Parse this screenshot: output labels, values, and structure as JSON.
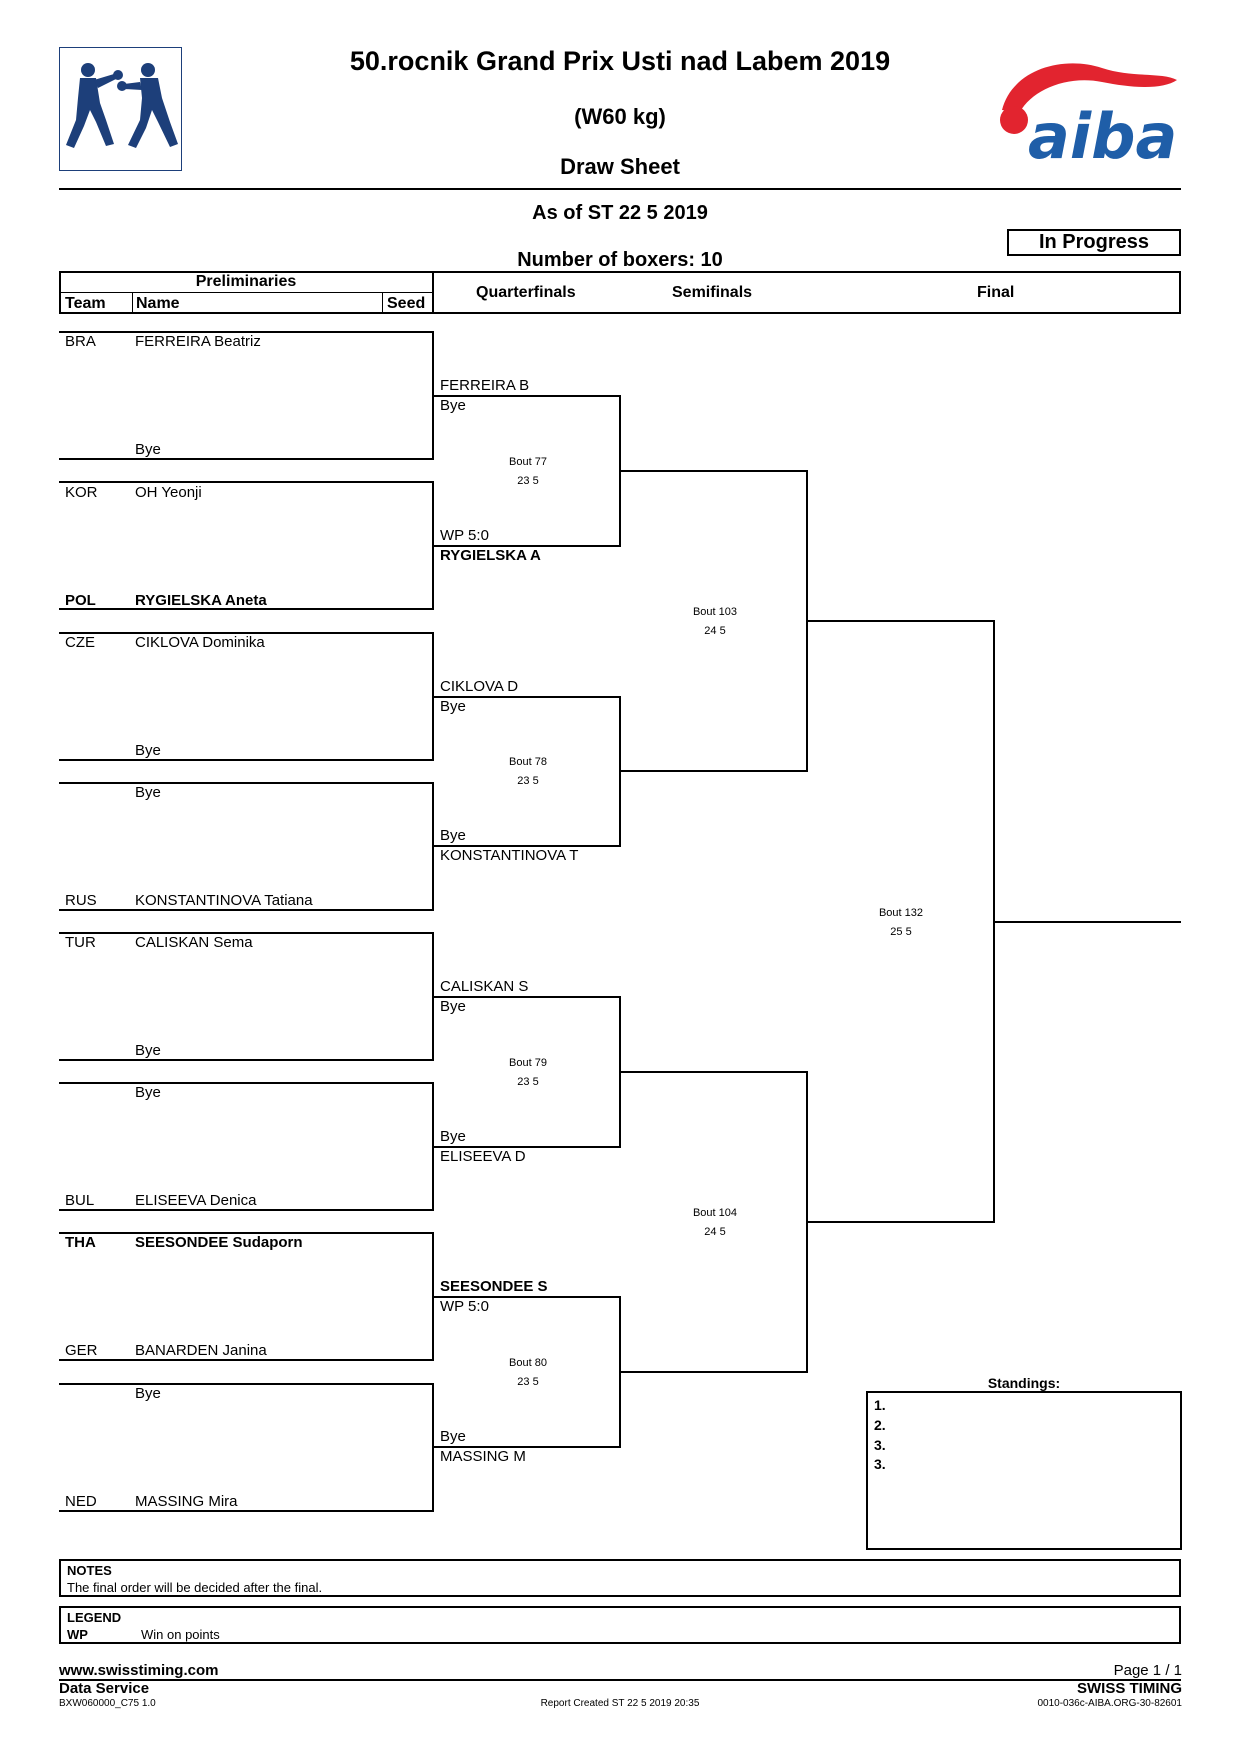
{
  "header": {
    "title": "50.rocnik Grand Prix Usti nad Labem 2019",
    "weight_class": "(W60 kg)",
    "sheet_title": "Draw Sheet",
    "as_of": "As of ST 22 5 2019",
    "status": "In Progress",
    "boxers_count": "Number of boxers: 10",
    "aiba_logo_text": "aiba"
  },
  "columns": {
    "preliminaries": "Preliminaries",
    "team": "Team",
    "name": "Name",
    "seed": "Seed",
    "quarterfinals": "Quarterfinals",
    "semifinals": "Semifinals",
    "final": "Final"
  },
  "preliminaries": [
    {
      "team": "BRA",
      "name": "FERREIRA Beatriz",
      "bold": false
    },
    {
      "team": "",
      "name": "Bye",
      "bold": false
    },
    {
      "team": "KOR",
      "name": "OH Yeonji",
      "bold": false
    },
    {
      "team": "POL",
      "name": "RYGIELSKA Aneta",
      "bold": true
    },
    {
      "team": "CZE",
      "name": "CIKLOVA Dominika",
      "bold": false
    },
    {
      "team": "",
      "name": "Bye",
      "bold": false
    },
    {
      "team": "",
      "name": "Bye",
      "bold": false
    },
    {
      "team": "RUS",
      "name": "KONSTANTINOVA Tatiana",
      "bold": false
    },
    {
      "team": "TUR",
      "name": "CALISKAN Sema",
      "bold": false
    },
    {
      "team": "",
      "name": "Bye",
      "bold": false
    },
    {
      "team": "",
      "name": "Bye",
      "bold": false
    },
    {
      "team": "BUL",
      "name": "ELISEEVA Denica",
      "bold": false
    },
    {
      "team": "THA",
      "name": "SEESONDEE Sudaporn",
      "bold": true
    },
    {
      "team": "GER",
      "name": "BANARDEN Janina",
      "bold": false
    },
    {
      "team": "",
      "name": "Bye",
      "bold": false
    },
    {
      "team": "NED",
      "name": "MASSING Mira",
      "bold": false
    }
  ],
  "quarterfinals": [
    {
      "top_name": "FERREIRA B",
      "top_result": "Bye",
      "bottom_result": "WP 5:0",
      "bottom_name": "RYGIELSKA A",
      "bottom_bold": true,
      "top_bold": false,
      "bout": "Bout  77",
      "date": "23 5"
    },
    {
      "top_name": "CIKLOVA D",
      "top_result": "Bye",
      "bottom_result": "Bye",
      "bottom_name": "KONSTANTINOVA T",
      "bottom_bold": false,
      "top_bold": false,
      "bout": "Bout  78",
      "date": "23 5"
    },
    {
      "top_name": "CALISKAN S",
      "top_result": "Bye",
      "bottom_result": "Bye",
      "bottom_name": "ELISEEVA D",
      "bottom_bold": false,
      "top_bold": false,
      "bout": "Bout  79",
      "date": "23 5"
    },
    {
      "top_name": "SEESONDEE S",
      "top_result": "WP 5:0",
      "bottom_result": "Bye",
      "bottom_name": "MASSING M",
      "bottom_bold": false,
      "top_bold": true,
      "bout": "Bout  80",
      "date": "23 5"
    }
  ],
  "semifinals": [
    {
      "bout": "Bout  103",
      "date": "24 5"
    },
    {
      "bout": "Bout  104",
      "date": "24 5"
    }
  ],
  "final": {
    "bout": "Bout  132",
    "date": "25 5"
  },
  "standings": {
    "title": "Standings:",
    "places": [
      "1.",
      "2.",
      "3.",
      "3."
    ]
  },
  "notes": {
    "title": "NOTES",
    "text": "The final order will be decided after the final."
  },
  "legend": {
    "title": "LEGEND",
    "code": "WP",
    "meaning": "Win on points"
  },
  "footer": {
    "website": "www.swisstiming.com",
    "page": "Page 1 / 1",
    "data_service": "Data Service",
    "brand": "SWISS TIMING",
    "code_left": "BXW060000_C75 1.0",
    "report_created": "Report Created  ST 22 5 2019 20:35",
    "code_right": "0010-036c-AIBA.ORG-30-82601"
  }
}
